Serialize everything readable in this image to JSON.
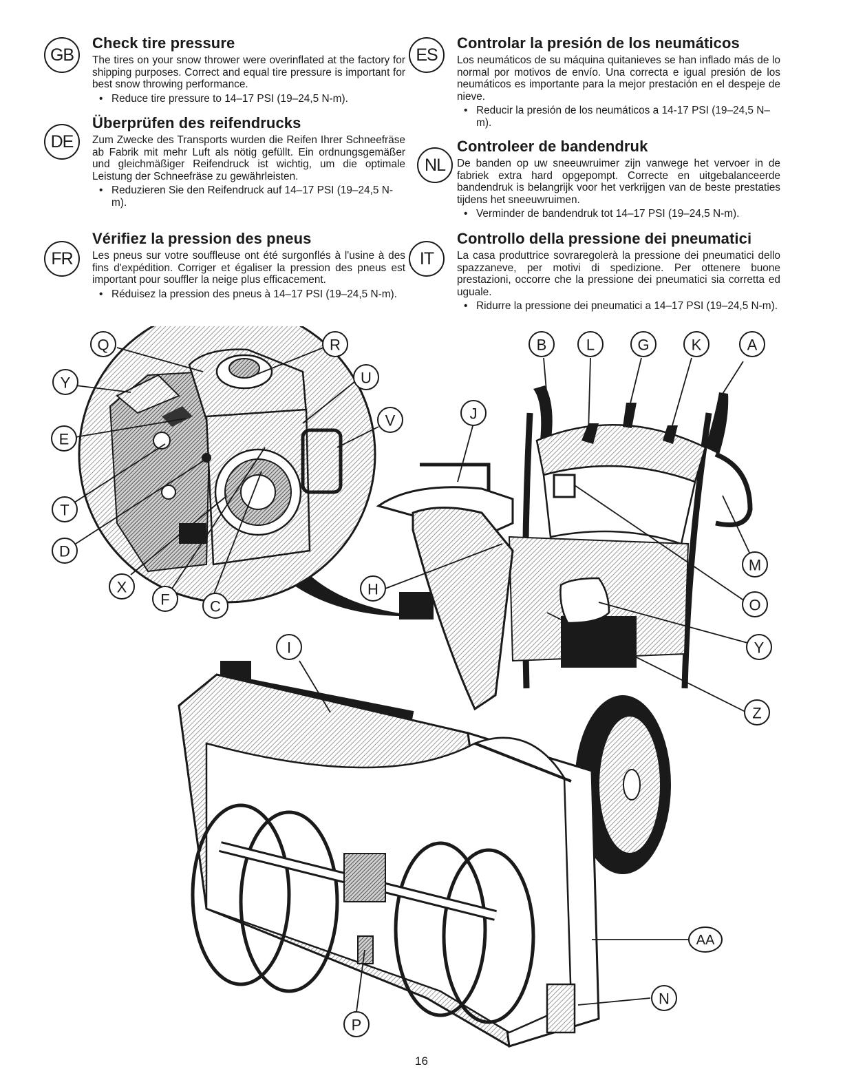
{
  "sections": [
    {
      "code": "GB",
      "title": "Check tire pressure",
      "body": "The tires on your snow thrower were overinflated at the factory for shipping purposes. Correct and equal tire pressure is important for best snow throwing performance.",
      "bullet": "Reduce tire pressure to 14–17 PSI (19–24,5 N-m)."
    },
    {
      "code": "DE",
      "title": "Überprüfen des reifendrucks",
      "body": "Zum Zwecke des Transports wurden die Reifen Ihrer Schneefräse ab Fabrik mit mehr Luft als nötig gefüllt. Ein ordnungsgemäßer und gleichmäßiger Reifendruck ist wichtig, um die optimale Leistung der Schneefräse zu gewährleisten.",
      "bullet": "Reduzieren Sie den Reifendruck auf 14–17 PSI (19–24,5 N-m)."
    },
    {
      "code": "FR",
      "title": "Vérifiez la pression des pneus",
      "body": "Les pneus sur votre souffleuse ont été surgonflés à l'usine à des fins d'expédition. Corriger et égaliser la pression des pneus est important pour souffler la neige plus efficacement.",
      "bullet": "Réduisez la pression des pneus à 14–17 PSI (19–24,5 N-m)."
    },
    {
      "code": "ES",
      "title": "Controlar la presión de los neumáticos",
      "body": "Los neumáticos de su máquina quitanieves se han inflado más de lo normal por motivos de envío. Una correcta e igual presión de los neumáticos es importante para la mejor prestación en el despeje de nieve.",
      "bullet": "Reducir la presión de los neumáticos a 14-17 PSI (19–24,5 N–m)."
    },
    {
      "code": "NL",
      "title": "Controleer de bandendruk",
      "body": "De banden op uw sneeuwruimer zijn vanwege het vervoer in de fabriek extra hard opgepompt. Correcte en uitgebalanceerde bandendruk is belangrijk voor het verkrijgen van de beste prestaties tijdens het sneeuwruimen.",
      "bullet": "Verminder de bandendruk tot 14–17 PSI (19–24,5 N-m)."
    },
    {
      "code": "IT",
      "title": "Controllo della pressione dei pneumatici",
      "body": "La casa produttrice sovraregolerà la pressione dei pneumatici dello spazzaneve, per motivi di spedizione. Per ottenere buone prestazioni, occorre che la pressione dei pneumatici sia corretta ed uguale.",
      "bullet": "Ridurre la pressione dei pneumatici a 14–17 PSI (19–24,5 N-m)."
    }
  ],
  "callouts": {
    "Q": "Q",
    "R": "R",
    "Y": "Y",
    "U": "U",
    "E": "E",
    "V": "V",
    "T": "T",
    "D": "D",
    "X": "X",
    "F": "F",
    "C": "C",
    "B": "B",
    "L": "L",
    "G": "G",
    "K": "K",
    "A": "A",
    "J": "J",
    "M": "M",
    "H": "H",
    "O": "O",
    "Y2": "Y",
    "I": "I",
    "Z": "Z",
    "AA": "AA",
    "P": "P",
    "N": "N"
  },
  "page_number": "16",
  "colors": {
    "ink": "#1a1a1a",
    "paper": "#ffffff",
    "shade": "#b8b8b8"
  }
}
